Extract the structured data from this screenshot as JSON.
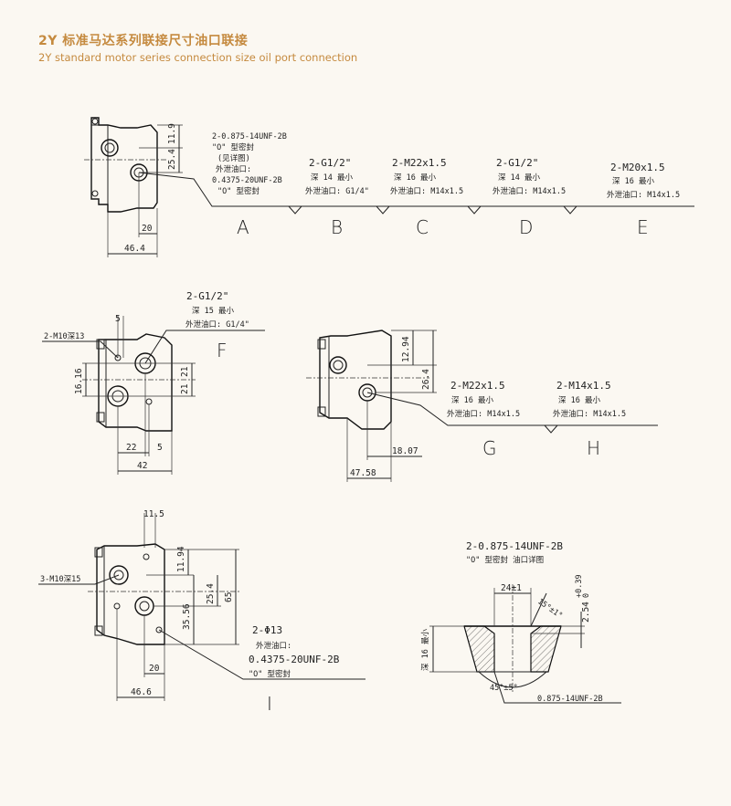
{
  "header": {
    "title_cn": "2Y 标准马达系列联接尺寸油口联接",
    "title_en": "2Y standard motor series connection size oil port connection"
  },
  "view_top": {
    "dims": {
      "d11_9": "11.9",
      "d25_4": "25.4",
      "d20": "20",
      "d46_4": "46.4"
    },
    "note_lines": [
      "2-0.875-14UNF-2B",
      "\"O\" 型密封",
      "(见详图)",
      "外泄油口:",
      "0.4375-20UNF-2B",
      "\"O\" 型密封"
    ],
    "options": [
      {
        "letter": "A",
        "lines": []
      },
      {
        "letter": "B",
        "lines": [
          "2-G1/2\"",
          "深 14 最小",
          "外泄油口: G1/4\""
        ]
      },
      {
        "letter": "C",
        "lines": [
          "2-M22x1.5",
          "深 16 最小",
          "外泄油口: M14x1.5"
        ]
      },
      {
        "letter": "D",
        "lines": [
          "2-G1/2\"",
          "深 14 最小",
          "外泄油口: M14x1.5"
        ]
      },
      {
        "letter": "E",
        "lines": [
          "2-M20x1.5",
          "深 16 最小",
          "外泄油口: M14x1.5"
        ]
      }
    ]
  },
  "view_f": {
    "letter": "F",
    "port_lines": [
      "2-G1/2\"",
      "深 15 最小",
      "外泄油口: G1/4\""
    ],
    "bolt_label": "2-M10深13",
    "dims": {
      "d5_top": "5",
      "d16_16": "16.16",
      "d21_a": "21",
      "d21_b": "21",
      "d22": "22",
      "d5_bottom": "5",
      "d42": "42"
    }
  },
  "view_gh": {
    "dims": {
      "d12_94": "12.94",
      "d26_4": "26.4",
      "d18_07": "18.07",
      "d47_58": "47.58"
    },
    "options": [
      {
        "letter": "G",
        "lines": [
          "2-M22x1.5",
          "深 16 最小",
          "外泄油口: M14x1.5"
        ]
      },
      {
        "letter": "H",
        "lines": [
          "2-M14x1.5",
          "深 16 最小",
          "外泄油口: M14x1.5"
        ]
      }
    ]
  },
  "view_i": {
    "letter": "I",
    "bolt_label": "3-M10深15",
    "port_lines": [
      "2-Φ13",
      "外泄油口:",
      "0.4375-20UNF-2B",
      "\"O\" 型密封"
    ],
    "dims": {
      "d11_5": "11.5",
      "d11_94": "11.94",
      "d25_4": "25.4",
      "d35_56": "35.56",
      "d65": "65",
      "d20": "20",
      "d46_6": "46.6"
    }
  },
  "detail": {
    "title_lines": [
      "2-0.875-14UNF-2B",
      "\"O\" 型密封   油口详图"
    ],
    "dims": {
      "d24": "24±1",
      "angle15": "15°±1°",
      "d2_54": "2.54",
      "tol_plus": "+0.39",
      "tol_zero": "0",
      "depth": "深 16 最小",
      "angle45": "45°±5°",
      "thread": "0.875-14UNF-2B"
    }
  }
}
